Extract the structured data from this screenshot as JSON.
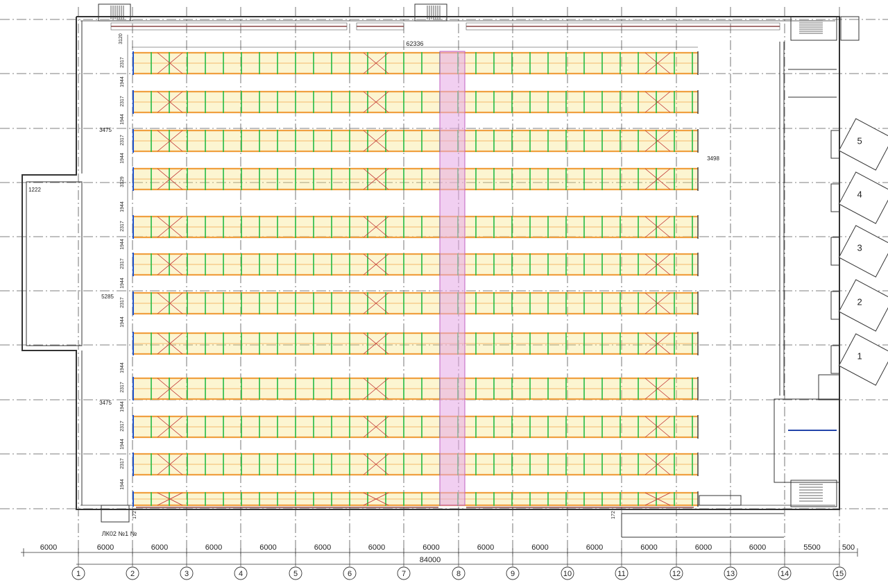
{
  "drawing": {
    "axis_labels": [
      "1",
      "2",
      "3",
      "4",
      "5",
      "6",
      "7",
      "8",
      "9",
      "10",
      "11",
      "12",
      "13",
      "14",
      "15"
    ],
    "bay_dims": [
      "6000",
      "6000",
      "6000",
      "6000",
      "6000",
      "6000",
      "6000",
      "6000",
      "6000",
      "6000",
      "6000",
      "6000",
      "6000",
      "5500",
      "500"
    ],
    "left_extra_dim": "6000",
    "total_dim": "84000",
    "rack_length_dim": "62336",
    "dim_3475": "3475",
    "dim_5285": "5285",
    "dim_3498": "3498",
    "dim_1222": "1222",
    "dim_3120": "3120",
    "dim_1944": "1944",
    "dim_2317": "2317",
    "dim_3129": "3129",
    "dim_172": "172",
    "gate_labels": [
      "5",
      "4",
      "3",
      "2",
      "1"
    ],
    "stair_label": "ЛК02 №1 №",
    "colors": {
      "rack_orange": "#f0a040",
      "rack_yellow": "#f6e27a",
      "upright_green": "#22bb44",
      "aisle_pink": "#e6a8e6",
      "wall": "#333333",
      "axis": "#444444"
    }
  }
}
